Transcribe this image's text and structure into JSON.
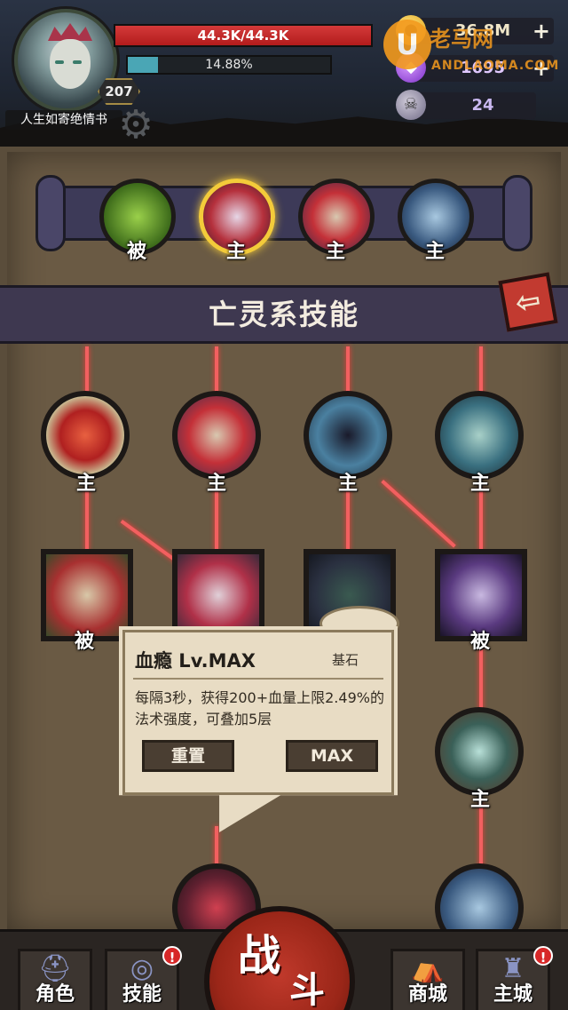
{
  "player": {
    "name": "人生如寄绝情书",
    "level": "207",
    "hp_text": "44.3K/44.3K",
    "hp_fraction": 1.0,
    "xp_text": "14.88%",
    "xp_fraction": 0.1488
  },
  "resources": {
    "gold": "36.8M",
    "gems": "1695",
    "souls": "24",
    "plus": "+"
  },
  "watermark": {
    "logo": "U",
    "cn": "老马网",
    "en": "ANDLAOMA.COM"
  },
  "top_skills": [
    {
      "icon": "green-lightning-icon",
      "tag": "被",
      "selected": false
    },
    {
      "icon": "blood-skull-icon",
      "tag": "主",
      "selected": true
    },
    {
      "icon": "screaming-skull-icon",
      "tag": "主",
      "selected": false
    },
    {
      "icon": "ghost-reaper-icon",
      "tag": "主",
      "selected": false
    }
  ],
  "panel_title": "亡灵系技能",
  "tree": {
    "row1": [
      {
        "icon": "blood-flame-icon",
        "tag": "主"
      },
      {
        "icon": "screaming-skull-icon",
        "tag": "主"
      },
      {
        "icon": "shadow-spike-icon",
        "tag": "主"
      },
      {
        "icon": "reaper-scythe-icon",
        "tag": "主"
      }
    ],
    "row2": [
      {
        "icon": "bloody-skull-icon",
        "tag": "被"
      },
      {
        "icon": "crushed-skull-icon",
        "tag": ""
      },
      {
        "icon": "dark-hood-icon",
        "tag": ""
      },
      {
        "icon": "purple-slash-icon",
        "tag": "被"
      }
    ],
    "row3": [
      {
        "icon": "spirit-swirl-icon",
        "tag": "主"
      }
    ],
    "row4": [
      {
        "icon": "dark-thorn-icon",
        "tag": ""
      },
      {
        "icon": "hooded-ghost-icon",
        "tag": ""
      }
    ]
  },
  "tooltip": {
    "title": "血瘾 Lv.MAX",
    "badge": "基石",
    "description": "每隔3秒，获得200+血量上限2.49%的法术强度，可叠加5层",
    "reset_label": "重置",
    "max_label": "MAX"
  },
  "nav": {
    "character": "角色",
    "skills": "技能",
    "battle_top": "战",
    "battle_bottom": "斗",
    "shop": "商城",
    "city": "主城",
    "alert": "!"
  },
  "colors": {
    "hp": "#c92a2a",
    "xp": "#4aa6b5",
    "selected_ring": "#f3cb3a",
    "active_line": "#f26060"
  }
}
